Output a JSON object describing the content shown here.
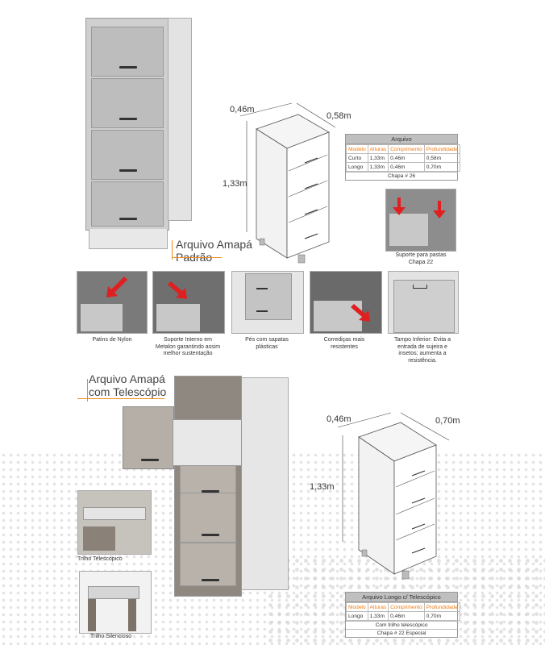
{
  "section1": {
    "title_line1": "Arquivo Amapá",
    "title_line2": "Padrão"
  },
  "dims1": {
    "depth": "0,46m",
    "width": "0,58m",
    "height": "1,33m"
  },
  "spec1": {
    "header": "Arquivo",
    "columns": [
      "Modelo",
      "Alturas",
      "Comprimento",
      "Profundidade"
    ],
    "rows": [
      [
        "Curto",
        "1,33m",
        "0,46m",
        "0,58m"
      ],
      [
        "Longo",
        "1,33m",
        "0,46m",
        "0,70m"
      ]
    ],
    "footer": "Chapa # 26"
  },
  "features": {
    "suporte_pastas": "Suporte para pastas Chapa 22",
    "patins": "Patins de Nylon",
    "suporte_interno": "Suporte Interno em Metalon garantindo assim melhor sustentação",
    "pes": "Pés com sapatas plásticas",
    "corredicas": "Corrediças mais resistentes",
    "tampo": "Tampo Inferior: Evita a entrada de sujeira e insetos; aumenta a resistência."
  },
  "section2": {
    "title_line1": "Arquivo Amapá",
    "title_line2": "com Telescópio"
  },
  "dims2": {
    "depth": "0,46m",
    "width": "0,70m",
    "height": "1,33m"
  },
  "spec2": {
    "header": "Arquivo Longo c/ Telescópico",
    "columns": [
      "Modelo",
      "Alturas",
      "Comprimento",
      "Profundidade"
    ],
    "rows": [
      [
        "Longo",
        "1,33m",
        "0,46m",
        "0,70m"
      ]
    ],
    "note": "Com trilho telescópico",
    "footer": "Chapa # 22 Especial"
  },
  "photos2": {
    "trilho_telescopico": "Trilho Telescópico",
    "trilho_silencioso": "Trilho Silencioso"
  },
  "colors": {
    "accent": "#f08a1c",
    "arrow": "#e02020"
  }
}
